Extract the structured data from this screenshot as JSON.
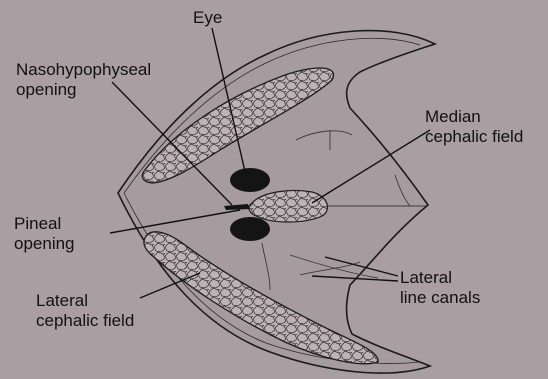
{
  "labels": {
    "eye": "Eye",
    "nasohypophyseal": [
      "Nasohypophyseal",
      "opening"
    ],
    "median": [
      "Median",
      "cephalic field"
    ],
    "pineal": [
      "Pineal",
      "opening"
    ],
    "lateral_field": [
      "Lateral",
      "cephalic field"
    ],
    "lateral_line": [
      "Lateral",
      "line canals"
    ]
  },
  "colors": {
    "background": "#a99fa2",
    "outline": "#1a1a1a",
    "cell_fill": "#bdb3b6",
    "eye_fill": "#141414"
  }
}
